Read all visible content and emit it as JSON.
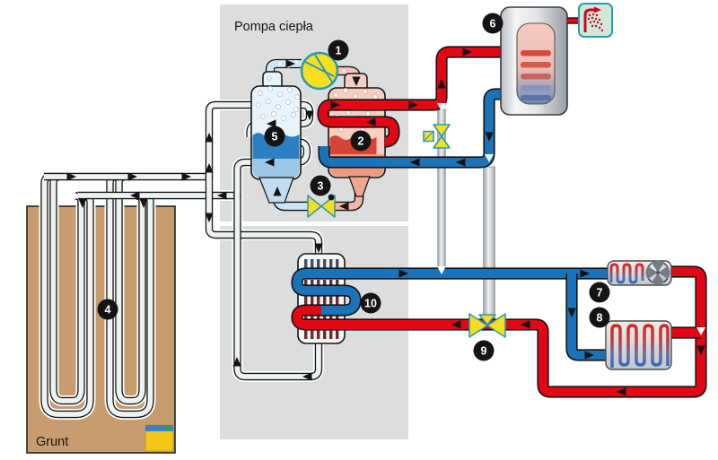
{
  "title": "Pompa ciepła",
  "ground": {
    "label": "Grunt"
  },
  "components": [
    {
      "number": "1",
      "name": "compressor"
    },
    {
      "number": "2",
      "name": "condenser"
    },
    {
      "number": "3",
      "name": "expansion-valve"
    },
    {
      "number": "4",
      "name": "ground-collector"
    },
    {
      "number": "5",
      "name": "evaporator"
    },
    {
      "number": "6",
      "name": "hot-water-tank"
    },
    {
      "number": "7",
      "name": "fan-coil-unit"
    },
    {
      "number": "8",
      "name": "radiator"
    },
    {
      "number": "9",
      "name": "three-way-valve"
    },
    {
      "number": "10",
      "name": "heat-exchanger"
    }
  ],
  "colors": {
    "hot_pipe": "#e30613",
    "cold_pipe": "#1a72b8",
    "brine_pipe": "#edf3f1",
    "inactive_pipe": "#c6cbd0",
    "panel": "#dcdddd",
    "ground_fill": "#c79d6f",
    "valve_yellow": "#f6df1e",
    "valve_outline": "#2a9ab5",
    "label_badge": "#141414"
  }
}
